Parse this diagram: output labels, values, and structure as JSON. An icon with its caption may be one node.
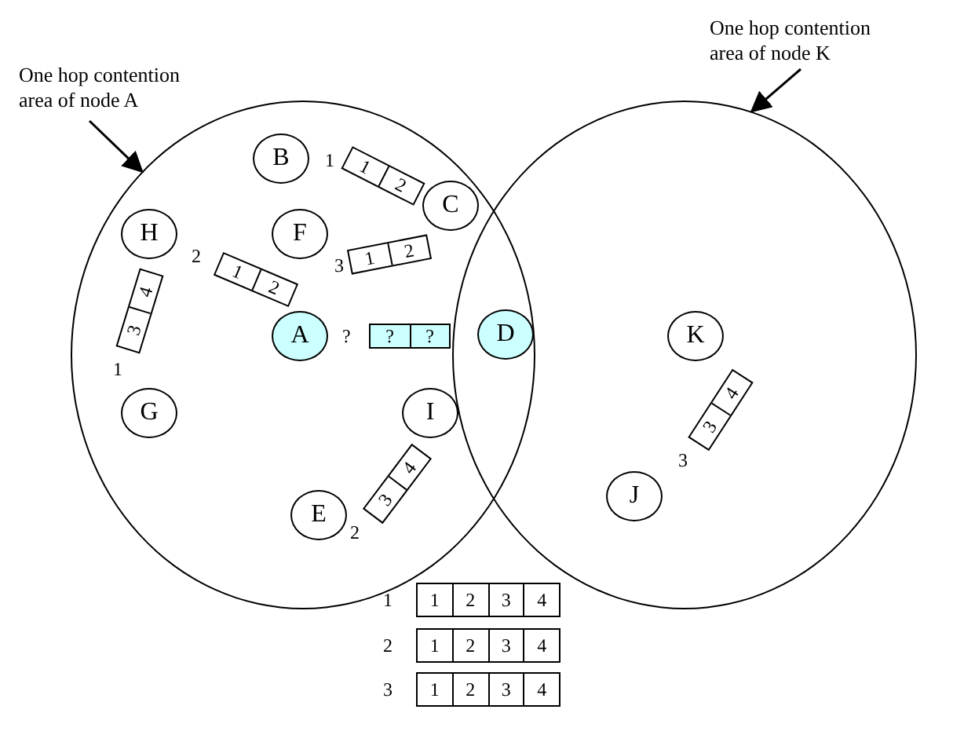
{
  "diagram": {
    "nodes": [
      {
        "text": [
          "One hop contention area of node A"
        ]
      },
      {
        "text": [
          "One hop contention area of node K"
        ]
      },
      {
        "text": [],
        "shape": "circle"
      },
      {
        "text": [],
        "shape": "circle"
      },
      {
        "text": [
          "B"
        ],
        "in": 2
      },
      {
        "text": [
          "1",
          "2"
        ],
        "beside": [
          "1"
        ],
        "in": 2
      },
      {
        "text": [
          "C"
        ],
        "in": 2
      },
      {
        "text": [
          "H"
        ],
        "in": 2
      },
      {
        "text": [
          "F"
        ],
        "in": 2
      },
      {
        "text": [
          "1",
          "2"
        ],
        "beside": [
          "2"
        ],
        "in": 2
      },
      {
        "text": [
          "1",
          "2"
        ],
        "beside": [
          "3"
        ],
        "in": 2
      },
      {
        "text": [
          "3",
          "4"
        ],
        "beside": [
          "1"
        ],
        "in": 2
      },
      {
        "text": [
          "A"
        ],
        "in": 2
      },
      {
        "text": [
          "?",
          "?"
        ],
        "beside": [
          "?"
        ],
        "in": 2
      },
      {
        "text": [
          "D"
        ]
      },
      {
        "text": [
          "K"
        ],
        "in": 3
      },
      {
        "text": [
          "G"
        ],
        "in": 2
      },
      {
        "text": [
          "I"
        ],
        "in": 2
      },
      {
        "text": [
          "3",
          "4"
        ],
        "beside": [
          "3"
        ],
        "in": 3
      },
      {
        "text": [
          "E"
        ],
        "in": 2
      },
      {
        "text": [
          "3",
          "4"
        ],
        "beside": [
          "2"
        ],
        "in": 2
      },
      {
        "text": [
          "J"
        ],
        "in": 3
      },
      {
        "text": [
          "1",
          "2",
          "3",
          "4"
        ],
        "beside": [
          "1"
        ]
      },
      {
        "text": [
          "1",
          "2",
          "3",
          "4"
        ],
        "beside": [
          "2"
        ]
      },
      {
        "text": [
          "1",
          "2",
          "3",
          "4"
        ],
        "beside": [
          "3"
        ]
      }
    ],
    "edges": [
      {
        "from": 0,
        "to": 2,
        "arrow": "to"
      },
      {
        "from": 1,
        "to": 3,
        "arrow": "to"
      }
    ]
  }
}
